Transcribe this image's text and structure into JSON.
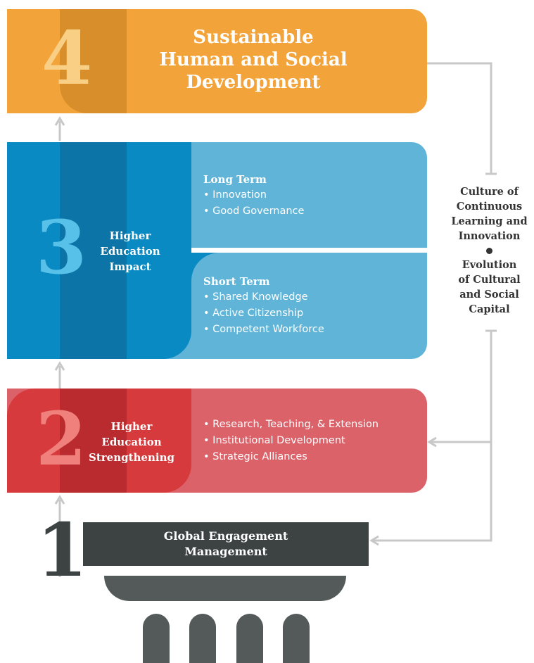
{
  "tier4": {
    "number": "4",
    "title_lines": [
      "Sustainable",
      "Human and Social",
      "Development"
    ],
    "colors": {
      "main": "#f2a33a",
      "dark": "#d88e2a",
      "num": "#f8cf84"
    }
  },
  "tier3": {
    "number": "3",
    "label_lines": [
      "Higher",
      "Education",
      "Impact"
    ],
    "long_term": {
      "heading": "Long Term",
      "items": [
        "Innovation",
        "Good Governance"
      ]
    },
    "short_term": {
      "heading": "Short Term",
      "items": [
        "Shared Knowledge",
        "Active Citizenship",
        "Competent Workforce"
      ]
    },
    "colors": {
      "main": "#5fb4d8",
      "dark": "#0a8ac2",
      "darker": "#0c74a6",
      "num": "#58c1e9"
    }
  },
  "tier2": {
    "number": "2",
    "label_lines": [
      "Higher",
      "Education",
      "Strengthening"
    ],
    "items": [
      "Research, Teaching, & Extension",
      "Institutional Development",
      "Strategic Alliances"
    ],
    "colors": {
      "main": "#dc6269",
      "dark": "#d63a3c",
      "darker": "#b92b2f",
      "num": "#f0807b"
    }
  },
  "tier1": {
    "number": "1",
    "label_lines": [
      "Global Engagement",
      "Management"
    ],
    "colors": {
      "main": "#3d4242",
      "base": "#545a5a"
    }
  },
  "side": {
    "top_lines": [
      "Culture of",
      "Continuous",
      "Learning and",
      "Innovation"
    ],
    "bottom_lines": [
      "Evolution",
      "of Cultural",
      "and Social",
      "Capital"
    ]
  },
  "connector_color": "#c8c8c8"
}
